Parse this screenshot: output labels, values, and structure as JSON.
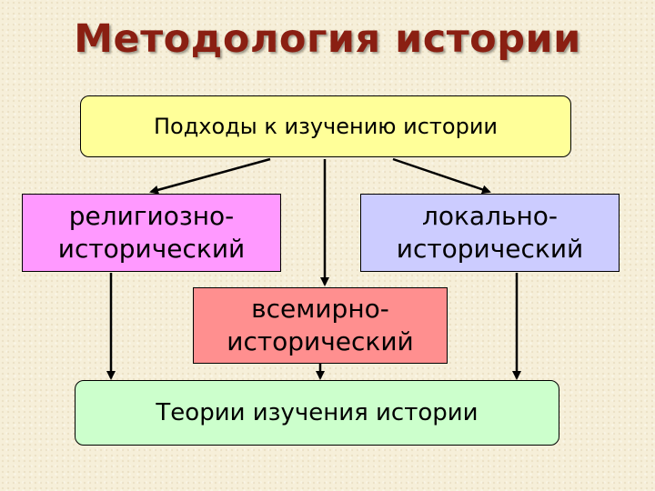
{
  "title": "Методология истории",
  "approaches": "Подходы к изучению истории",
  "religious": {
    "line1": "религиозно-",
    "line2": "исторический"
  },
  "local": {
    "line1": "локально-",
    "line2": "исторический"
  },
  "world": {
    "line1": "всемирно-",
    "line2": "исторический"
  },
  "theories": "Теории изучения истории",
  "colors": {
    "title": "#8a1f12",
    "approaches": "#ffff99",
    "religious": "#ff99ff",
    "local": "#ccccff",
    "world": "#ff8f8f",
    "theories": "#ccffcc"
  }
}
